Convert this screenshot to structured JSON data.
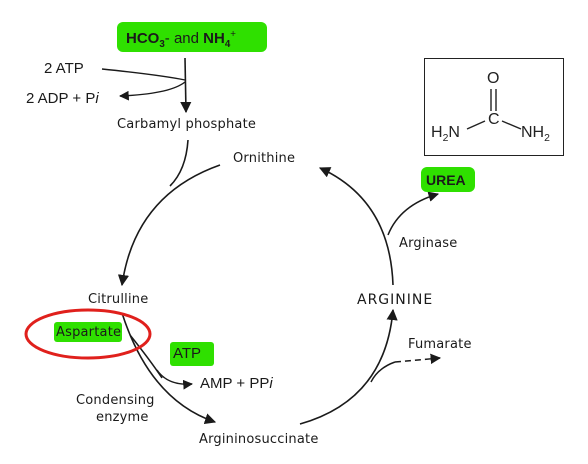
{
  "reactants": {
    "bicarbonate": "HCO",
    "bicarbonate_sub": "3",
    "bicarbonate_sup": "-",
    "and": " and ",
    "ammonium": "NH",
    "ammonium_sub": "4",
    "ammonium_sup": "+"
  },
  "atp_in": "2 ATP",
  "adp_out": "2 ADP + P",
  "adp_out_italic": "i",
  "carbamyl_phosphate": "Carbamyl phosphate",
  "ornithine": "Ornithine",
  "urea": "UREA",
  "arginase": "Arginase",
  "citrulline": "Citrulline",
  "arginine": "ARGININE",
  "aspartate": "Aspartate",
  "fumarate": "Fumarate",
  "atp": "ATP",
  "amp_ppi": "AMP + PP",
  "amp_ppi_italic": "i",
  "condensing_enzyme_1": "Condensing",
  "condensing_enzyme_2": "enzyme",
  "argininosuccinate": "Argininosuccinate",
  "urea_structure": {
    "oxygen": "O",
    "carbon": "C",
    "left_amine": "H",
    "left_amine_sub": "2",
    "left_amine_n": "N",
    "right_amine": "NH",
    "right_amine_sub": "2"
  },
  "colors": {
    "highlight": "#2fe000",
    "circle": "#e0201c",
    "text": "#1a1a1a"
  }
}
